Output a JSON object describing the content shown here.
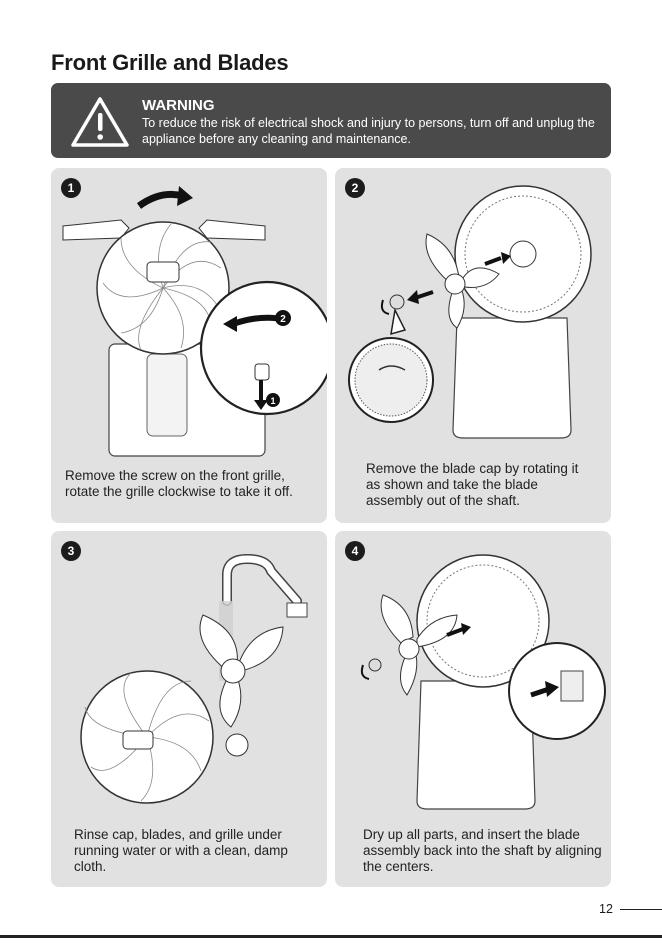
{
  "page": {
    "title": "Front Grille and Blades",
    "page_number": "12"
  },
  "warning": {
    "heading": "WARNING",
    "text": "To reduce the risk of electrical shock and injury to persons, turn off and unplug the appliance before any cleaning and maintenance.",
    "icon": "warning-triangle-icon"
  },
  "steps": [
    {
      "number": "1",
      "caption": "Remove the screw on the front grille, rotate the grille clockwise to take it off.",
      "callouts": [
        "2",
        "1"
      ]
    },
    {
      "number": "2",
      "caption": "Remove the blade cap by rotating it as shown and take the blade assembly out of the shaft."
    },
    {
      "number": "3",
      "caption": "Rinse cap, blades, and grille under running water or with a clean, damp cloth."
    },
    {
      "number": "4",
      "caption": "Dry up all parts, and insert the blade assembly back into the shaft by aligning the centers."
    }
  ]
}
